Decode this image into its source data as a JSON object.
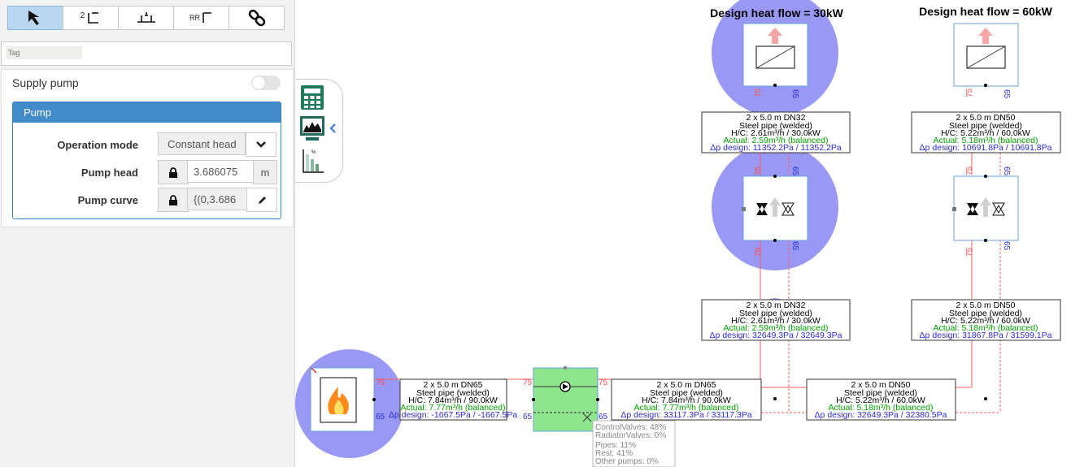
{
  "toolbar": {
    "buttons": [
      {
        "name": "select",
        "label": "",
        "icon": "arrow-pointer-icon",
        "active": true
      },
      {
        "name": "two-pipe",
        "label": "2",
        "icon": "two-pipe-icon"
      },
      {
        "name": "bypass",
        "label": "",
        "icon": "bypass-icon"
      },
      {
        "name": "return-return",
        "label": "RR",
        "icon": "reverse-return-icon"
      },
      {
        "name": "link",
        "label": "",
        "icon": "chain-link-icon"
      }
    ]
  },
  "tag": {
    "placeholder": "Tag"
  },
  "supply_pump": {
    "label": "Supply pump",
    "enabled": false
  },
  "pump": {
    "title": "Pump",
    "operation_mode": {
      "label": "Operation mode",
      "value": "Constant head"
    },
    "pump_head": {
      "label": "Pump head",
      "value": "3.686075",
      "unit": "m"
    },
    "pump_curve": {
      "label": "Pump curve",
      "value": "{(0,3.686"
    }
  },
  "side_buttons": [
    "calculator-icon",
    "chart-monitor-icon",
    "percentage-chart-icon"
  ],
  "diagram": {
    "heat_flow_1": "Design heat flow = 30kW",
    "heat_flow_2": "Design heat flow = 60kW",
    "temp_supply": "75",
    "temp_return": "65",
    "pipe_boxes": [
      {
        "l1": "2 x 5.0 m DN32",
        "l2": "Steel pipe (welded)",
        "l3": "H/C: 2.61m³/h / 30.0kW",
        "l4": "Actual: 2.59m³/h (balanced)",
        "l5": "Δp design: 11352.2Pa / 11352.2Pa"
      },
      {
        "l1": "2 x 5.0 m DN50",
        "l2": "Steel pipe (welded)",
        "l3": "H/C: 5.22m³/h / 60.0kW",
        "l4": "Actual: 5.18m³/h (balanced)",
        "l5": "Δp design: 10691.8Pa / 10691.8Pa"
      },
      {
        "l1": "2 x 5.0 m DN32",
        "l2": "Steel pipe (welded)",
        "l3": "H/C: 2.61m³/h / 30.0kW",
        "l4": "Actual: 2.59m³/h (balanced)",
        "l5": "Δp design: 32649.3Pa / 32649.3Pa"
      },
      {
        "l1": "2 x 5.0 m DN50",
        "l2": "Steel pipe (welded)",
        "l3": "H/C: 5.22m³/h / 60.0kW",
        "l4": "Actual: 5.18m³/h (balanced)",
        "l5": "Δp design: 31867.8Pa / 31599.1Pa"
      },
      {
        "l1": "2 x 5.0 m DN65",
        "l2": "Steel pipe (welded)",
        "l3": "H/C: 7.84m³/h / 90.0kW",
        "l4": "Actual: 7.77m³/h (balanced)",
        "l5": "Δp design: -1667.5Pa / -1667.5Pa"
      },
      {
        "l1": "2 x 5.0 m DN65",
        "l2": "Steel pipe (welded)",
        "l3": "H/C: 7.84m³/h / 90.0kW",
        "l4": "Actual: 7.77m³/h (balanced)",
        "l5": "Δp design: 33117.3Pa / 33117.3Pa"
      },
      {
        "l1": "2 x 5.0 m DN50",
        "l2": "Steel pipe (welded)",
        "l3": "H/C: 5.22m³/h / 60.0kW",
        "l4": "Actual: 5.18m³/h (balanced)",
        "l5": "Δp design: 32649.3Pa / 32380.5Pa"
      }
    ],
    "pump_breakdown": [
      "ControlValves: 48%",
      "RadiatorValves: 0%",
      "Pipes: 11%",
      "Rest: 41%",
      "Other pumps: 0%"
    ]
  },
  "colors": {
    "accent": "#428bca",
    "supply": "#ff4d4d",
    "actual": "#00a000",
    "design": "#2b2bdd",
    "bubble": "#9999f5",
    "pump_fill": "#8ee58e"
  }
}
